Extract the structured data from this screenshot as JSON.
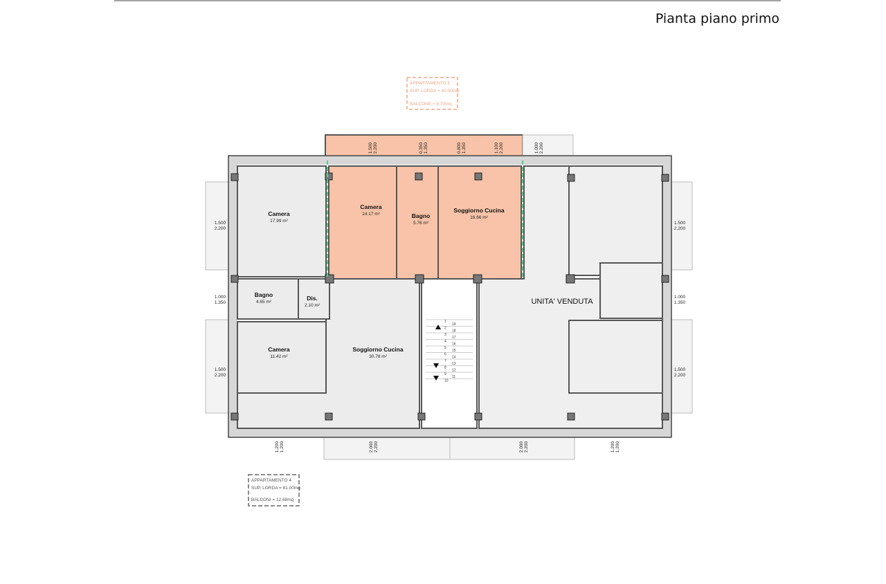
{
  "page_title": "Pianta piano primo",
  "apartment5": {
    "name": "APPARTAMENTO 5",
    "gross_area": "SUP. LORDA = 40.00mq",
    "balcony": "BALCONE = 8.70mq",
    "color": "#f8c3a8"
  },
  "apartment4": {
    "name": "APPARTAMENTO 4",
    "gross_area": "SUP. LORDA = 81.00mq",
    "balcony": "BALCONI = 12.68mq"
  },
  "rooms": [
    {
      "name": "Camera",
      "area": "17.99 m²"
    },
    {
      "name": "Camera",
      "area": "14.17 m²"
    },
    {
      "name": "Bagno",
      "area": "5.76 m²"
    },
    {
      "name": "Soggiorno Cucina",
      "area": "16.66 m²"
    },
    {
      "name": "Bagno",
      "area": "4.65 m²"
    },
    {
      "name": "Dis.",
      "area": "2.10 m²"
    },
    {
      "name": "Camera",
      "area": "11.42 m²"
    },
    {
      "name": "Soggiorno Cucina",
      "area": "30.78 m²"
    }
  ],
  "sold_label": "UNITA' VENDUTA",
  "dimensions": {
    "top": [
      [
        "1.500",
        "2.200"
      ],
      [
        "0.350",
        "1.350"
      ],
      [
        "0.800",
        "1.350"
      ],
      [
        "1.100",
        "2.200"
      ],
      [
        "1.000",
        "2.200"
      ]
    ],
    "left": [
      [
        "1.500",
        "2.200"
      ],
      [
        "1.000",
        "1.350"
      ],
      [
        "1.500",
        "2.200"
      ]
    ],
    "right": [
      [
        "1.500",
        "2.200"
      ],
      [
        "1.000",
        "1.350"
      ],
      [
        "1.500",
        "2.200"
      ]
    ],
    "bottom": [
      [
        "1.200",
        "1.200"
      ],
      [
        "2.000",
        "2.200"
      ],
      [
        "2.000",
        "2.200"
      ],
      [
        "1.200",
        "1.200"
      ]
    ]
  },
  "stairs": {
    "left": [
      "1",
      "2",
      "3",
      "4",
      "5",
      "6",
      "7",
      "8",
      "9",
      "10"
    ],
    "right": [
      "19",
      "18",
      "17",
      "16",
      "15",
      "14",
      "13",
      "12",
      "11"
    ]
  }
}
